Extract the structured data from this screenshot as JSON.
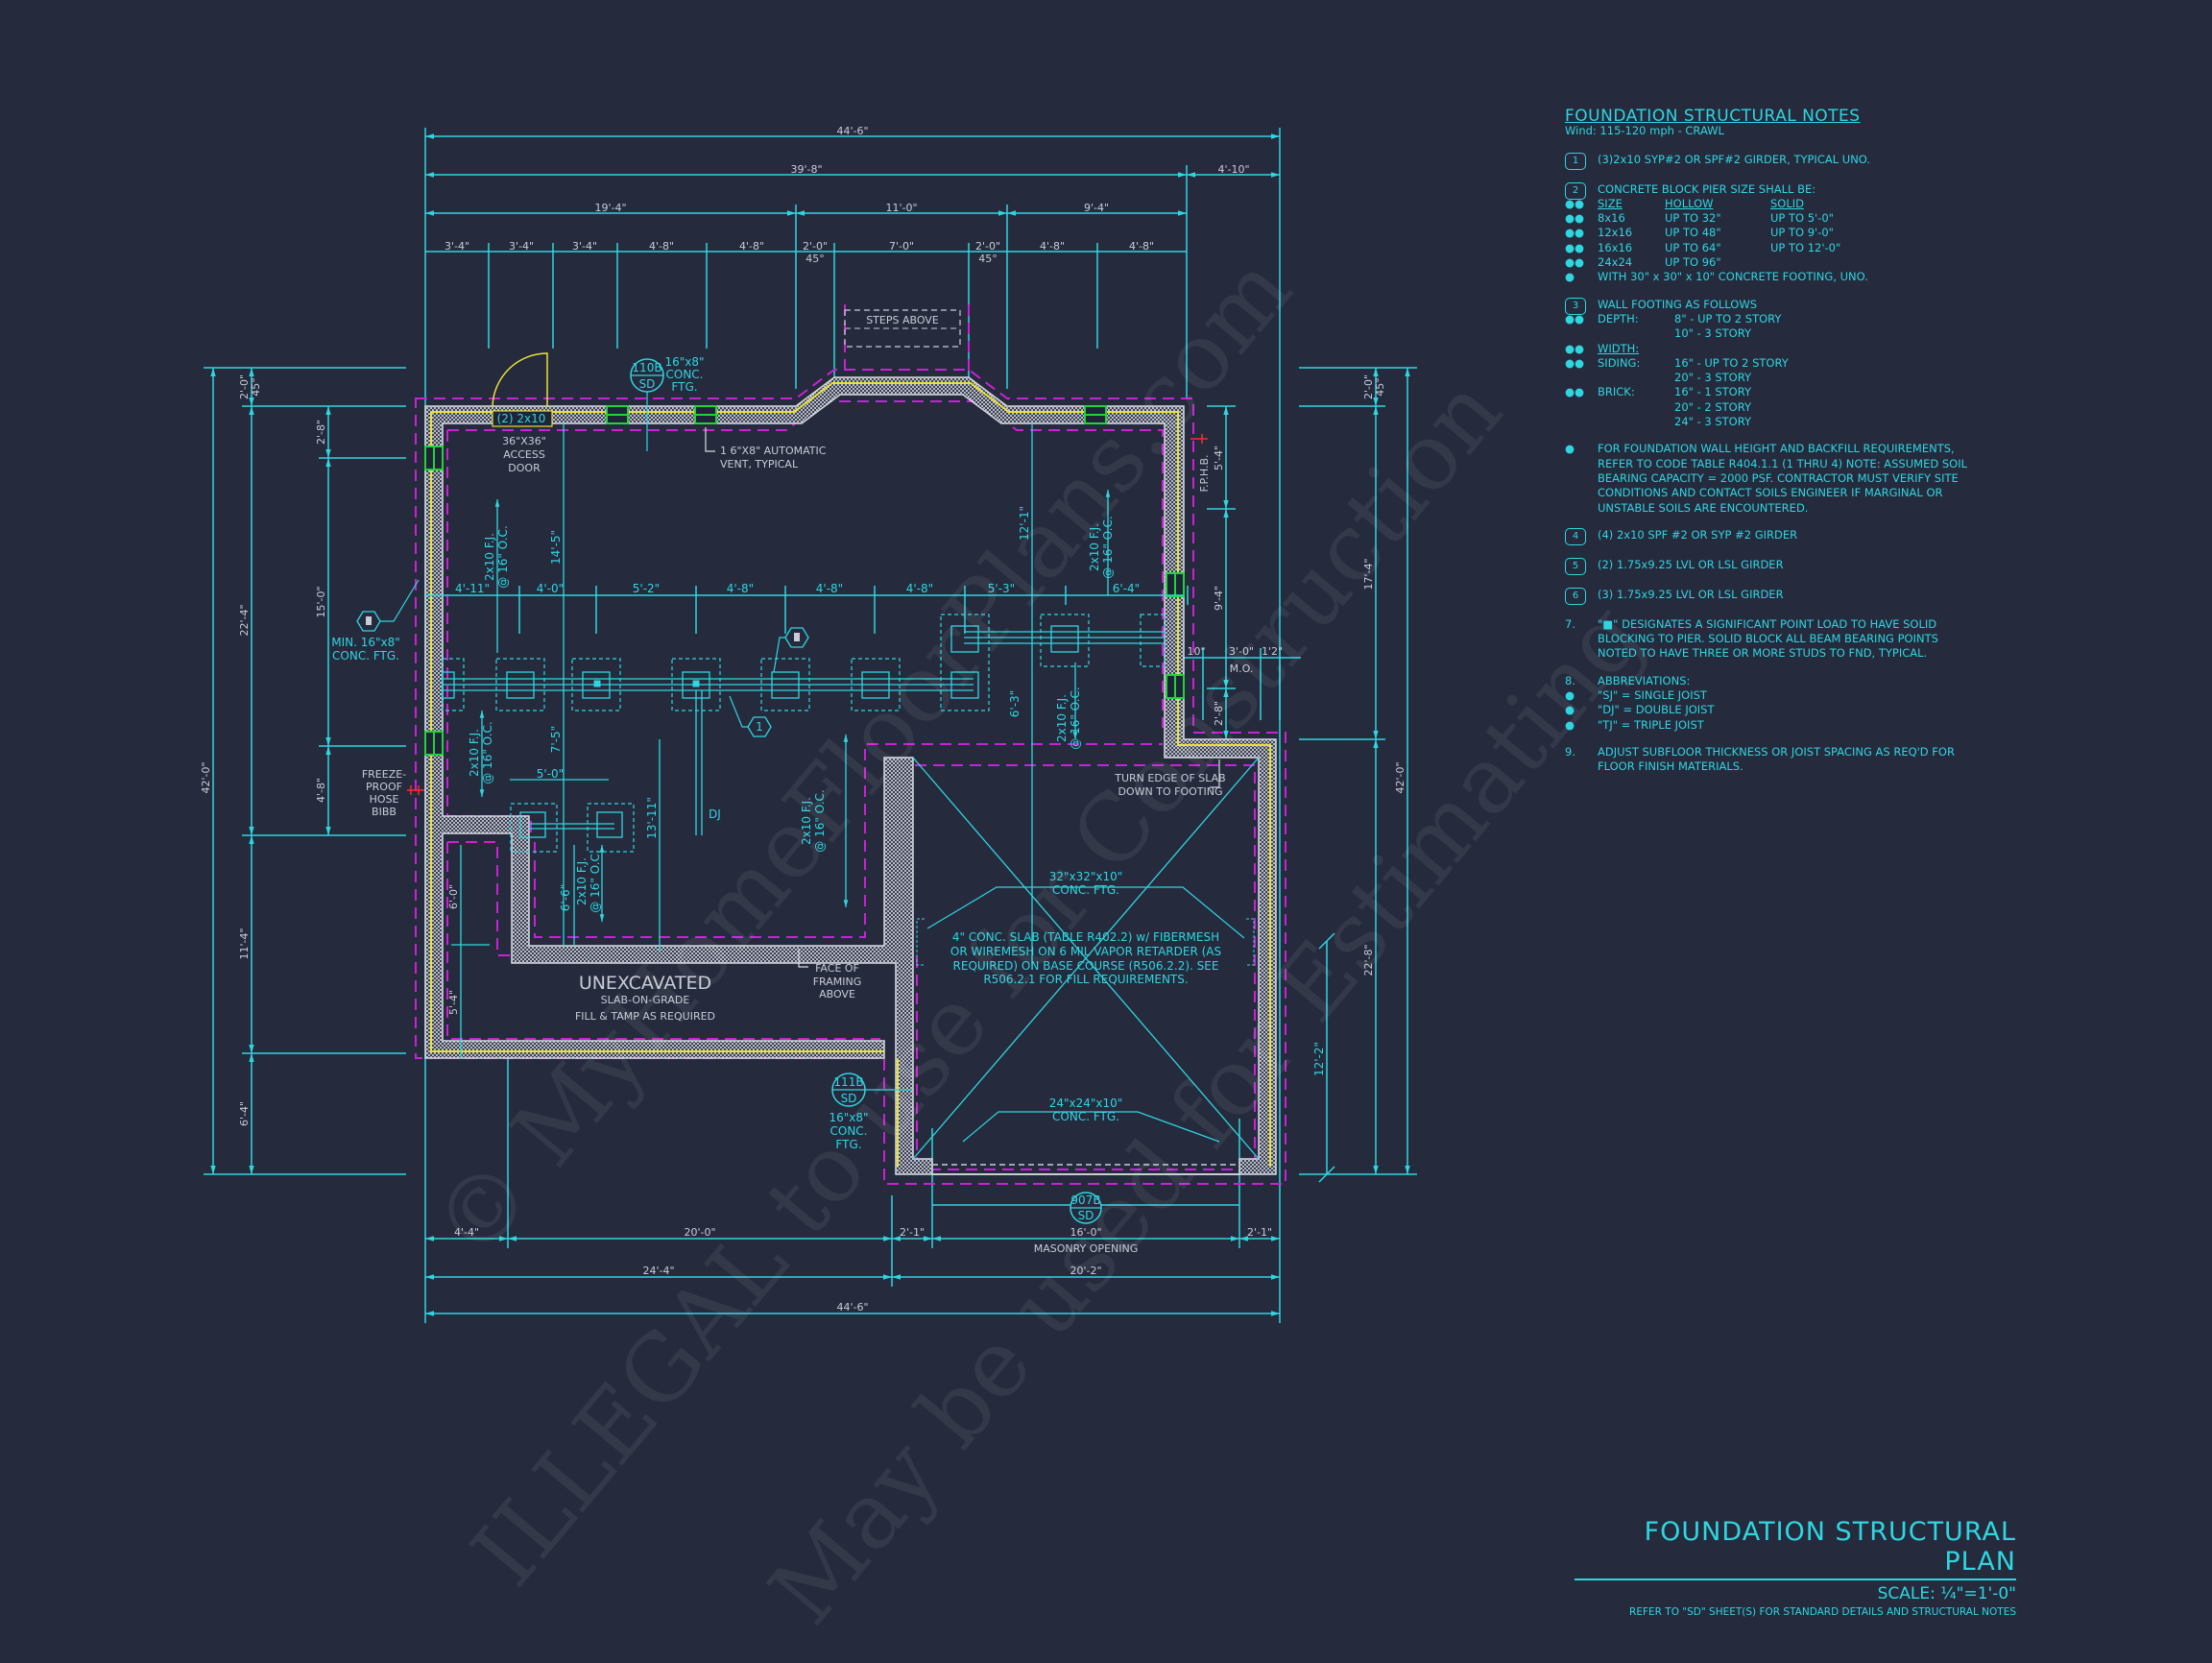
{
  "sheet": {
    "background": "#252a3d",
    "colors": {
      "dimension": "#2fd6df",
      "wall_hatch": "#c9ccd6",
      "footing_dashed": "#c822d4",
      "sill_plate": "#e6e23a",
      "vent": "#22d43a",
      "text_light": "#c9ccd6",
      "hose_bibb": "#ff2a2a"
    }
  },
  "title_block": {
    "title": "FOUNDATION STRUCTURAL PLAN",
    "scale": "SCALE: ¼\"=1'-0\"",
    "reference": "REFER TO \"SD\" SHEET(S) FOR STANDARD DETAILS AND STRUCTURAL NOTES"
  },
  "notes": {
    "title": "FOUNDATION STRUCTURAL NOTES",
    "wind": "Wind: 115-120 mph - CRAWL",
    "n1": {
      "tag": "1",
      "text": "(3)2x10 SYP#2 OR SPF#2 GIRDER, TYPICAL UNO."
    },
    "n2": {
      "tag": "2",
      "text": "CONCRETE BLOCK PIER SIZE SHALL BE:",
      "headers": {
        "size": "SIZE",
        "hollow": "HOLLOW",
        "solid": "SOLID"
      },
      "rows": [
        {
          "size": "8x16",
          "hollow": "UP TO 32\"",
          "solid": "UP TO 5'-0\""
        },
        {
          "size": "12x16",
          "hollow": "UP TO 48\"",
          "solid": "UP TO 9'-0\""
        },
        {
          "size": "16x16",
          "hollow": "UP TO 64\"",
          "solid": "UP TO 12'-0\""
        },
        {
          "size": "24x24",
          "hollow": "UP TO 96\"",
          "solid": ""
        }
      ],
      "footing": "WITH 30\" x 30\" x 10\" CONCRETE FOOTING, UNO."
    },
    "n3": {
      "tag": "3",
      "text": "WALL FOOTING AS FOLLOWS",
      "depth_label": "DEPTH:",
      "depth_1": "8\" - UP TO 2 STORY",
      "depth_2": "10\" - 3 STORY",
      "width_label": "WIDTH:",
      "siding_label": "SIDING:",
      "siding_1": "16\" - UP TO 2 STORY",
      "siding_2": "20\" - 3 STORY",
      "brick_label": "BRICK:",
      "brick_1": "16\" - 1 STORY",
      "brick_2": "20\" - 2 STORY",
      "brick_3": "24\" - 3 STORY"
    },
    "bullet": "FOR FOUNDATION WALL HEIGHT AND BACKFILL REQUIREMENTS, REFER TO CODE TABLE R404.1.1 (1 THRU 4) NOTE: ASSUMED SOIL BEARING CAPACITY = 2000 PSF. CONTRACTOR MUST VERIFY SITE CONDITIONS AND CONTACT SOILS ENGINEER IF MARGINAL OR UNSTABLE SOILS ARE ENCOUNTERED.",
    "n4": {
      "tag": "4",
      "text": "(4) 2x10 SPF #2 OR SYP #2 GIRDER"
    },
    "n5": {
      "tag": "5",
      "text": "(2) 1.75x9.25 LVL OR LSL GIRDER"
    },
    "n6": {
      "tag": "6",
      "text": "(3) 1.75x9.25 LVL OR LSL GIRDER"
    },
    "n7": {
      "tag": "7.",
      "text": "\"■\" DESIGNATES A SIGNIFICANT POINT LOAD TO HAVE SOLID BLOCKING TO  PIER. SOLID BLOCK ALL BEAM BEARING POINTS NOTED TO HAVE THREE OR MORE STUDS TO FND, TYPICAL."
    },
    "n8": {
      "tag": "8.",
      "text": "ABBREVIATIONS:",
      "items": [
        "\"SJ\" = SINGLE JOIST",
        "\"DJ\" = DOUBLE JOIST",
        "\"TJ\" = TRIPLE JOIST"
      ]
    },
    "n9": {
      "tag": "9.",
      "text": "ADJUST SUBFLOOR THICKNESS OR JOIST SPACING AS REQ'D FOR FLOOR FINISH MATERIALS."
    }
  },
  "dims": {
    "top": {
      "overall": "44'-6\"",
      "row2": [
        "39'-8\"",
        "4'-10\""
      ],
      "row3": [
        "19'-4\"",
        "11'-0\"",
        "9'-4\""
      ],
      "row4": [
        "3'-4\"",
        "3'-4\"",
        "3'-4\"",
        "4'-8\"",
        "4'-8\"",
        "2'-0\"",
        "7'-0\"",
        "2'-0\"",
        "4'-8\"",
        "4'-8\""
      ],
      "angle": "45°"
    },
    "bottom": {
      "row1": [
        "4'-4\"",
        "20'-0\"",
        "2'-1\"",
        "16'-0\"",
        "2'-1\""
      ],
      "masonry_opening": "MASONRY OPENING",
      "row2": [
        "24'-4\"",
        "20'-2\""
      ],
      "overall": "44'-6\""
    },
    "left": {
      "overall": "42'-0\"",
      "a": [
        "2'-0\"",
        "22'-4\"",
        "11'-4\"",
        "6'-4\""
      ],
      "angle": "45°",
      "b": [
        "2'-8\"",
        "15'-0\"",
        "4'-8\""
      ]
    },
    "right": {
      "overall": "42'-0\"",
      "a": [
        "2'-0\"",
        "17'-4\"",
        "22'-8\""
      ],
      "angle": "45°",
      "b": [
        "5'-4\"",
        "9'-4\"",
        "2'-8\""
      ],
      "mo": [
        "10\"",
        "3'-0\"",
        "1'2\""
      ],
      "mo_label": "M.O.",
      "garage_side": "12'-2\""
    },
    "interior": {
      "girder_spacing": [
        "4'-11\"",
        "4'-0\"",
        "5'-2\"",
        "4'-8\"",
        "4'-8\"",
        "4'-8\"",
        "5'-3\"",
        "6'-4\""
      ],
      "v_14_5": "14'-5\"",
      "v_12_1": "12'-1\"",
      "v_6_3": "6'-3\"",
      "v_7_5": "7'-5\"",
      "v_13_11": "13'-11\"",
      "v_6_6": "6'-6\"",
      "h_5_0": "5'-0\"",
      "v_6_0": "6'-0\"",
      "v_5_4": "5'-4\""
    }
  },
  "labels": {
    "steps_above": "STEPS ABOVE",
    "access_door_header": "(2) 2x10",
    "access_door": [
      "36\"X36\"",
      "ACCESS",
      "DOOR"
    ],
    "vent": [
      "1 6\"X8\" AUTOMATIC",
      "VENT, TYPICAL"
    ],
    "detail_top": {
      "top": "110B",
      "bottom": "SD",
      "note": [
        "16\"x8\"",
        "CONC.",
        "FTG."
      ]
    },
    "detail_bottom": {
      "top": "111B",
      "bottom": "SD",
      "note": [
        "16\"x8\"",
        "CONC.",
        "FTG."
      ]
    },
    "detail_garage": {
      "top": "907B",
      "bottom": "SD"
    },
    "min_ftg": [
      "MIN. 16\"x8\"",
      "CONC. FTG."
    ],
    "hose_bibb": [
      "FREEZE-",
      "PROOF",
      "HOSE",
      "BIBB"
    ],
    "fphb": "F.P.H.B.",
    "joist": [
      "2x10 F.J.",
      "@ 16\" O.C."
    ],
    "dj": "DJ",
    "girder_tag": "1",
    "unexcavated": "UNEXCAVATED",
    "slab_on_grade": "SLAB-ON-GRADE",
    "fill_tamp": "FILL & TAMP AS REQUIRED",
    "face_framing": [
      "FACE OF",
      "FRAMING",
      "ABOVE"
    ],
    "turn_edge": [
      "TURN EDGE OF SLAB",
      "DOWN TO FOOTING"
    ],
    "ftg_32": [
      "32\"x32\"x10\"",
      "CONC. FTG."
    ],
    "ftg_24": [
      "24\"x24\"x10\"",
      "CONC. FTG."
    ],
    "slab_note": [
      "4\" CONC. SLAB (TABLE R402.2) w/ FIBERMESH",
      "OR WIREMESH ON 6 MIL VAPOR RETARDER (AS",
      "REQUIRED) ON BASE COURSE (R506.2.2). SEE",
      "R506.2.1 FOR FILL REQUIREMENTS."
    ]
  },
  "watermark": [
    "© MyHomeFloorPlans.com",
    "ILLEGAL to use for Construction",
    "May be used for Estimating"
  ]
}
